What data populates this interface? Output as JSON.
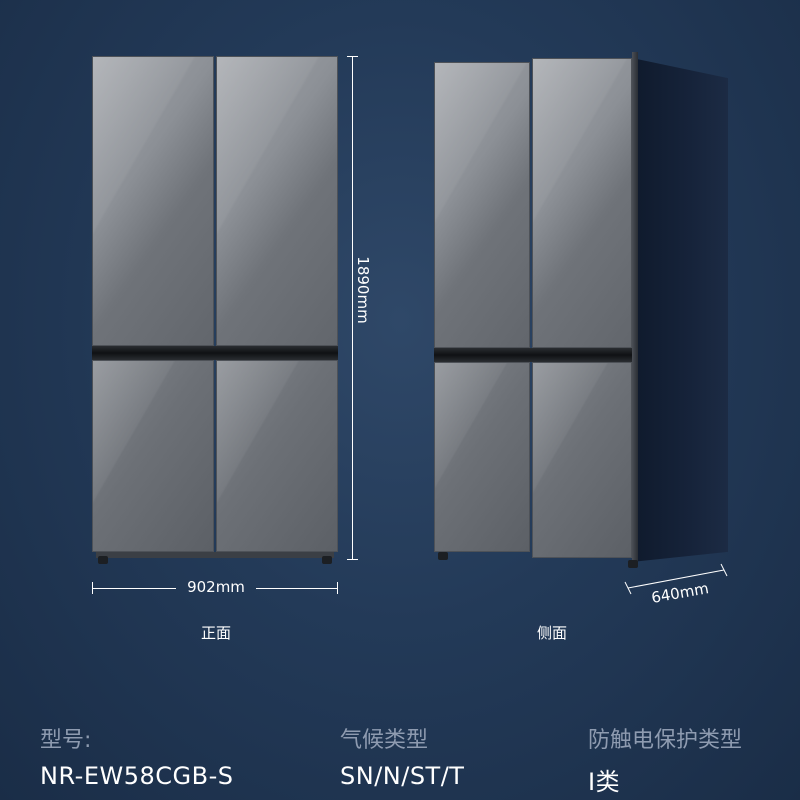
{
  "dimensions": {
    "height": "1890mm",
    "width": "902mm",
    "depth": "640mm"
  },
  "views": {
    "front": "正面",
    "side": "侧面"
  },
  "specs": [
    {
      "label": "型号:",
      "value": "NR-EW58CGB-S"
    },
    {
      "label": "气候类型",
      "value": "SN/N/ST/T"
    },
    {
      "label": "防触电保护类型",
      "value": "I类"
    }
  ]
}
